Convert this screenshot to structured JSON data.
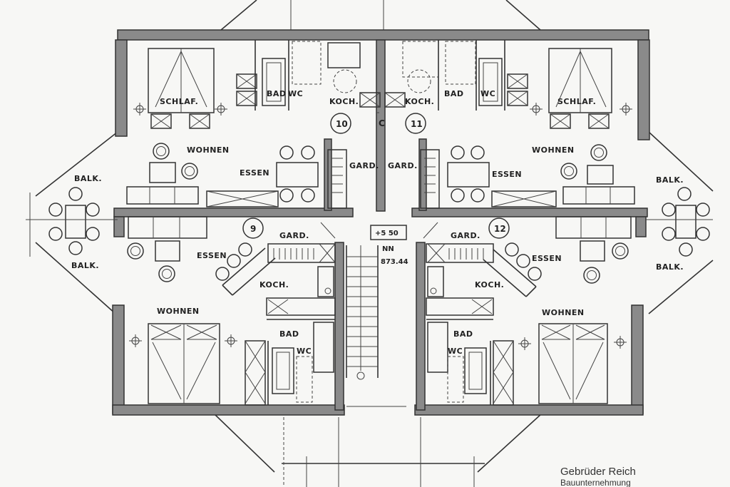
{
  "labels": {
    "schlaf": "SCHLAF.",
    "bad": "BAD",
    "wc": "WC",
    "koch": "KOCH.",
    "wohnen": "WOHNEN",
    "essen": "ESSEN",
    "gard": "GARD.",
    "balk": "BALK."
  },
  "units": {
    "u9": "9",
    "u10": "10",
    "u11": "11",
    "u12": "12"
  },
  "center": {
    "landing_mark": "C",
    "level": "+5 50",
    "nn_label": "NN",
    "nn_value": "873.44"
  },
  "credit": {
    "line1": "Gebrüder Reich",
    "line2": "Bauunternehmung"
  },
  "colors": {
    "paper": "#f7f7f5",
    "ink": "#333333",
    "wall_fill": "#8a8a8a"
  }
}
